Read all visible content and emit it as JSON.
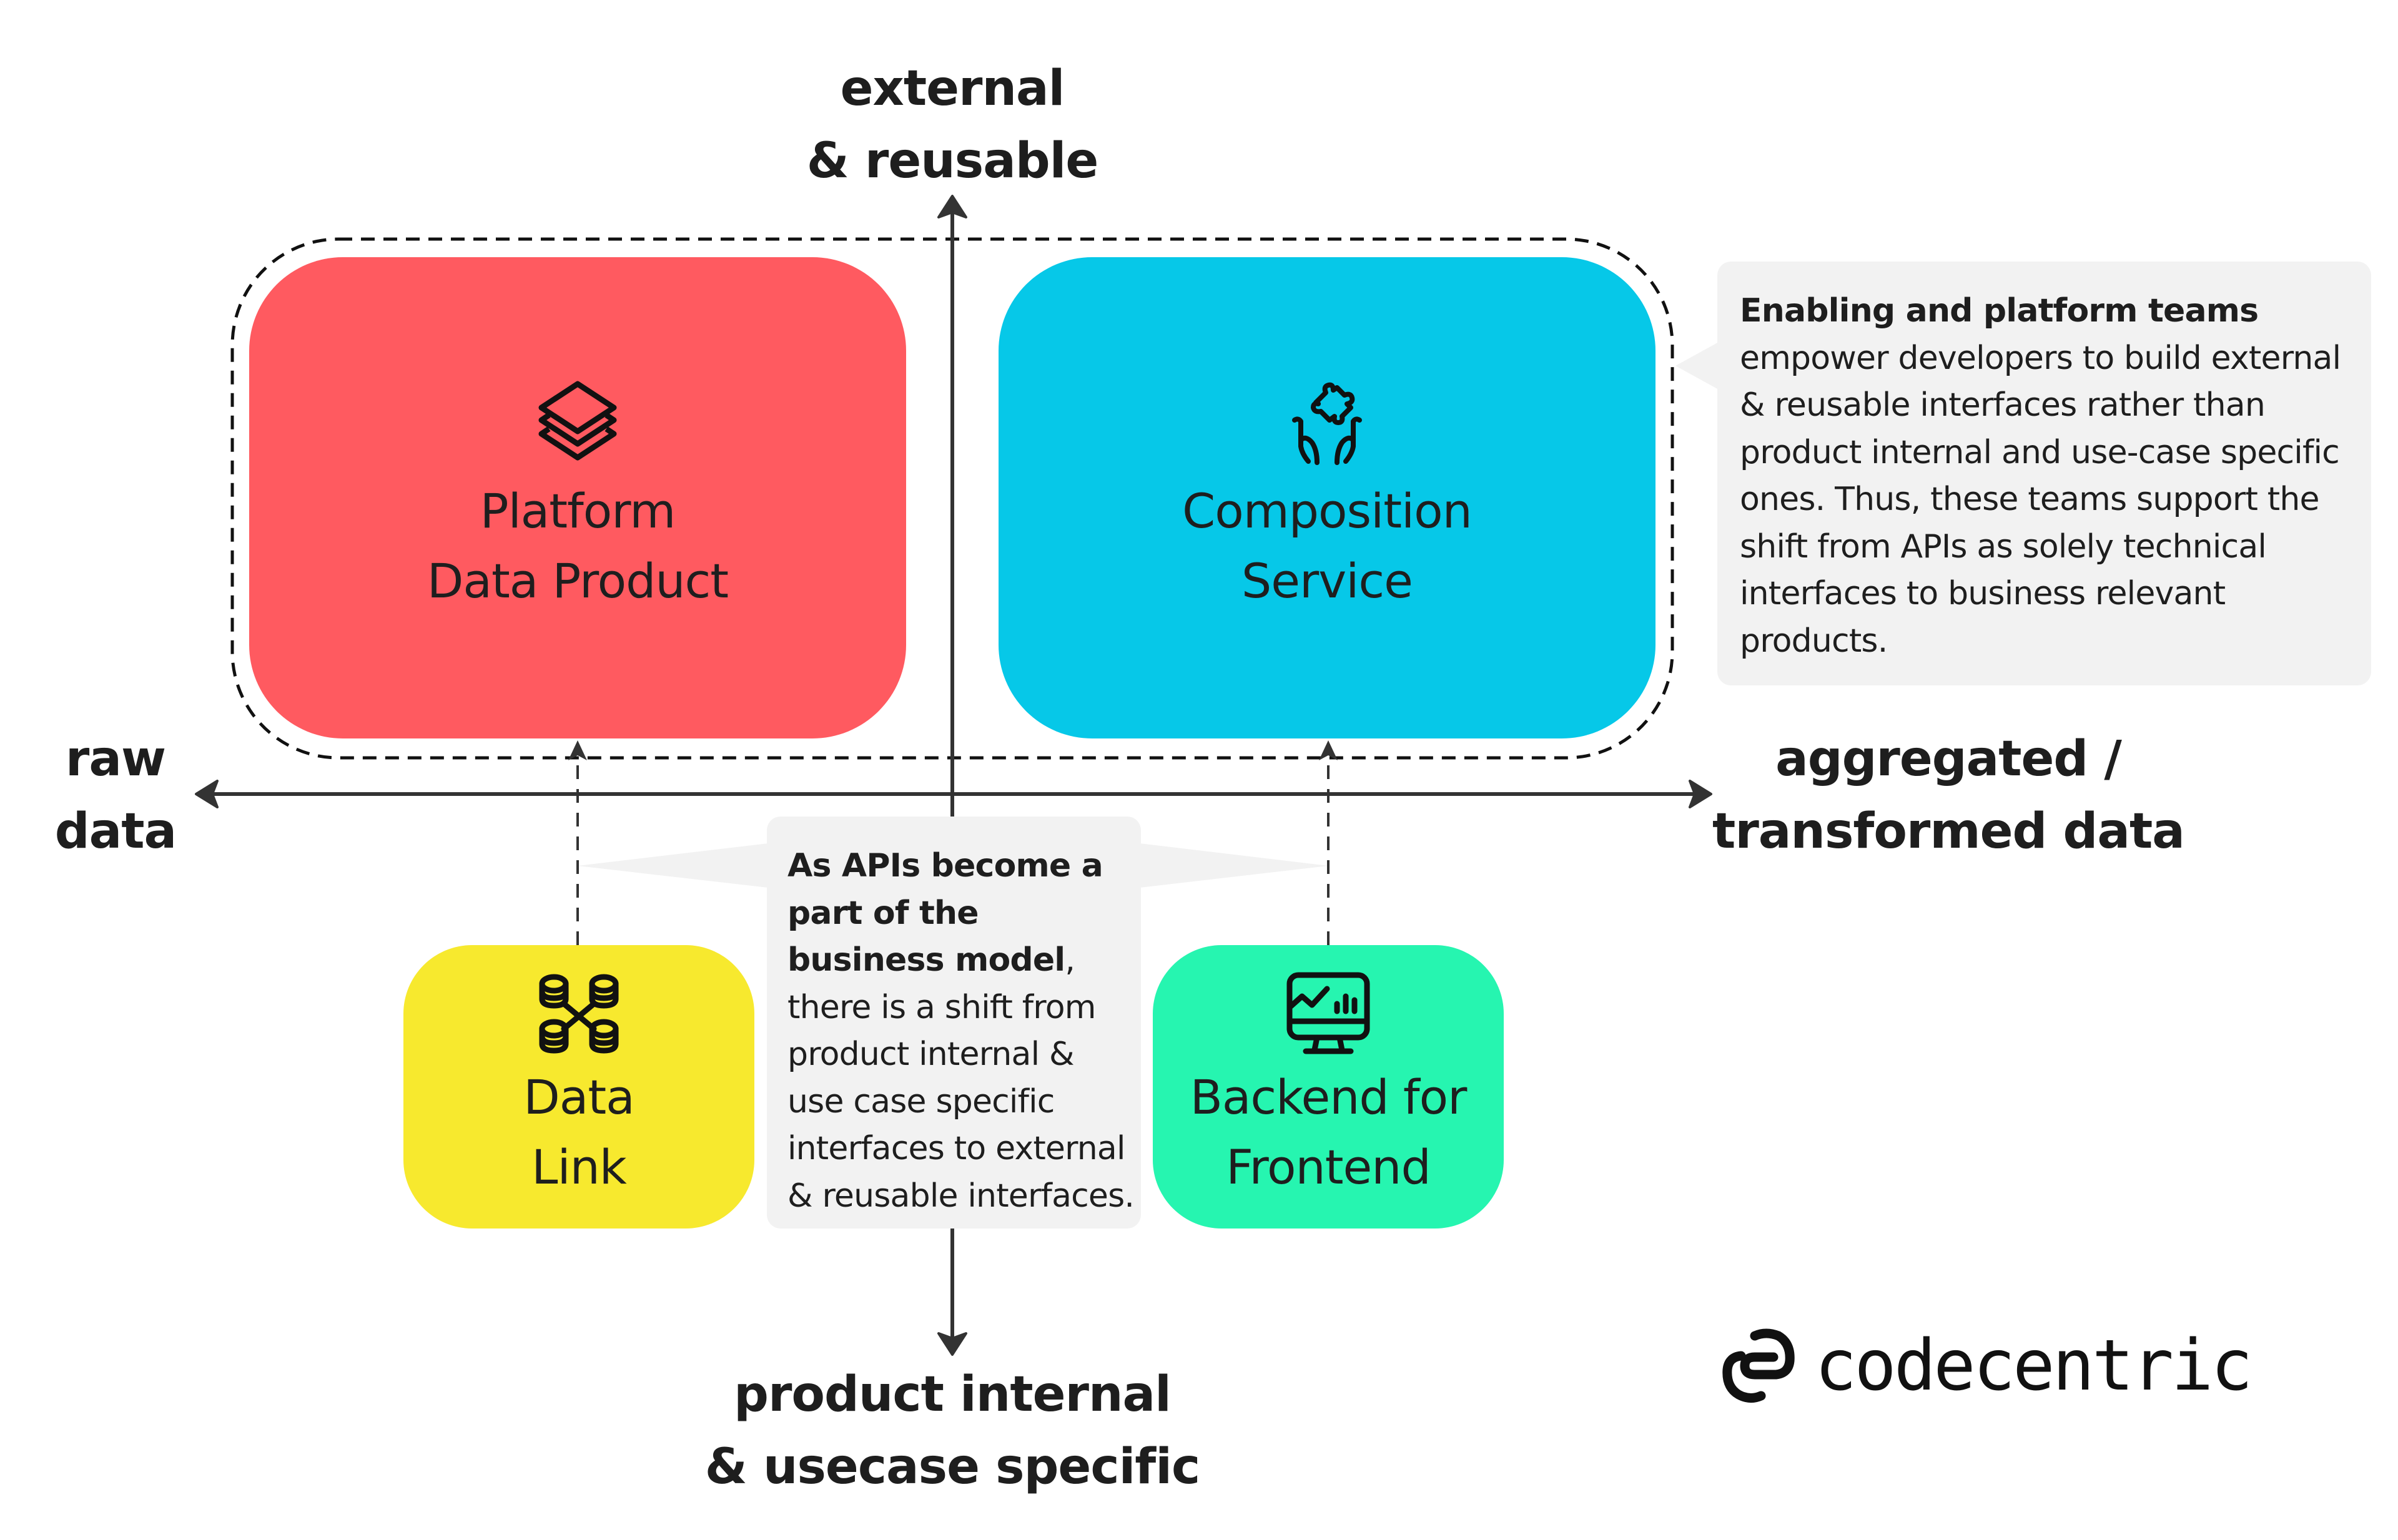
{
  "axes": {
    "top": [
      "external",
      "& reusable"
    ],
    "bottom": [
      "product internal",
      "& usecase specific"
    ],
    "left": [
      "raw",
      "data"
    ],
    "right": [
      "aggregated /",
      "transformed data"
    ]
  },
  "boxes": [
    {
      "id": "platform-data-product",
      "lines": [
        "Platform",
        "Data Product"
      ],
      "icon": "layers-icon",
      "color": "#ff5a60"
    },
    {
      "id": "composition-service",
      "lines": [
        "Composition",
        "Service"
      ],
      "icon": "hands-puzzle-icon",
      "color": "#06c8e8"
    },
    {
      "id": "data-link",
      "lines": [
        "Data",
        "Link"
      ],
      "icon": "linked-databases-icon",
      "color": "#f7e92e"
    },
    {
      "id": "backend-for-frontend",
      "lines": [
        "Backend for",
        "Frontend"
      ],
      "icon": "monitor-chart-icon",
      "color": "#26f5b0"
    }
  ],
  "callouts": {
    "enabling": {
      "bold": "Enabling and platform teams",
      "text": "empower developers to build external & reusable interfaces rather than product internal and use-case specific ones. Thus, these teams support the shift from APIs as solely technical interfaces to business relevant products."
    },
    "apis": {
      "bold": "As APIs become a part of the business model",
      "text": ", there is a shift from product internal & use case specific interfaces to external & reusable interfaces."
    }
  },
  "brand": {
    "name": "codecentric",
    "icon": "codecentric-logo-icon"
  },
  "colors": {
    "axis": "#333333",
    "callout_bg": "#f2f2f2",
    "text": "#1e1e1e"
  }
}
